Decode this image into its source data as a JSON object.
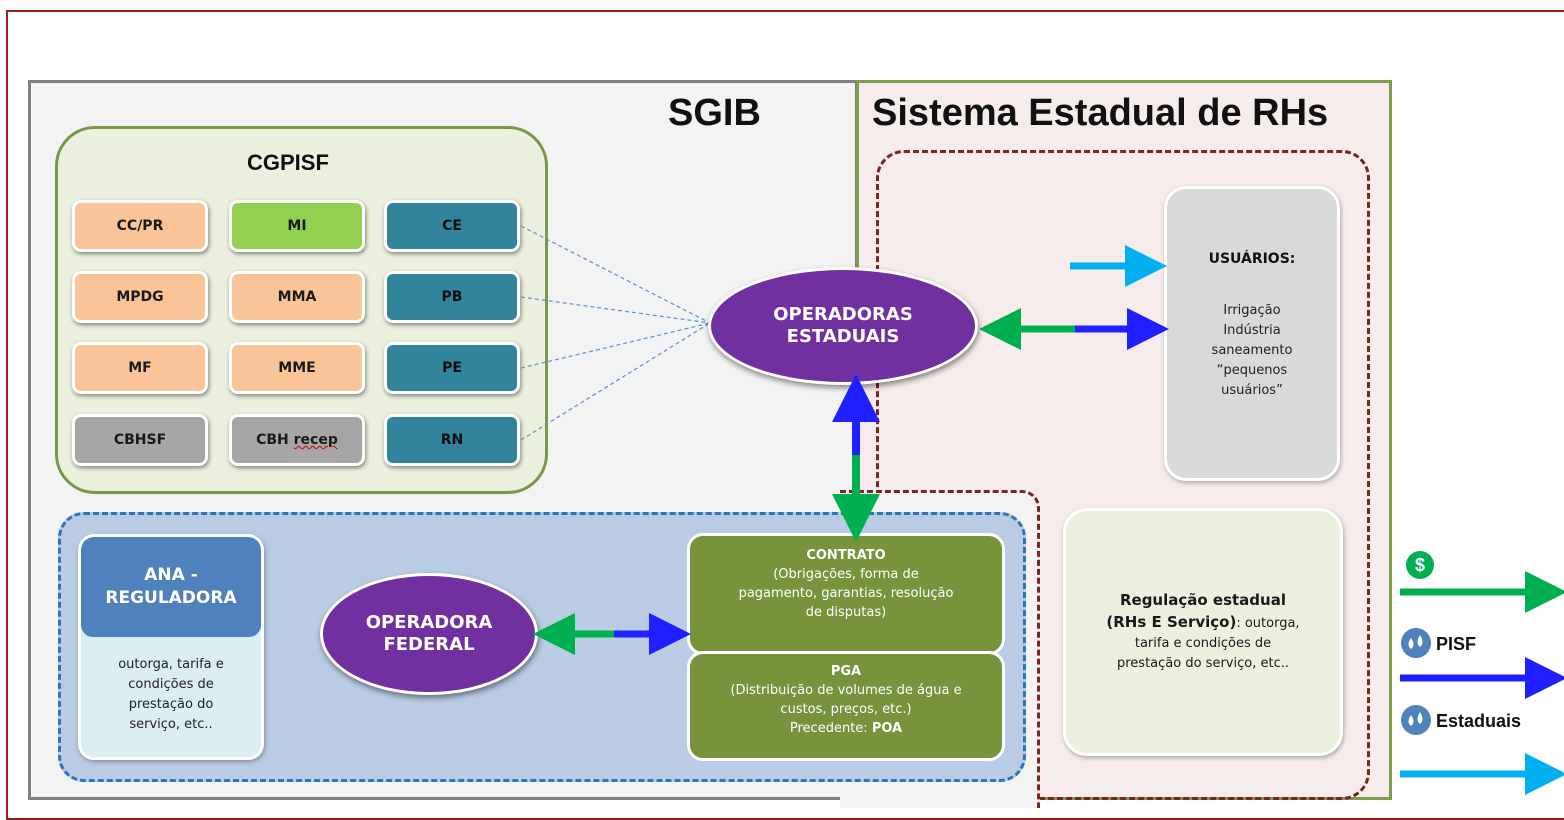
{
  "sgib": {
    "title": "SGIB"
  },
  "estadual": {
    "title": "Sistema Estadual de RHs"
  },
  "cgpisf": {
    "title": "CGPISF",
    "boxes": [
      {
        "label": "CC/PR",
        "color": "#f9c498"
      },
      {
        "label": "MI",
        "color": "#92d050"
      },
      {
        "label": "CE",
        "color": "#31849b"
      },
      {
        "label": "MPDG",
        "color": "#f9c498"
      },
      {
        "label": "MMA",
        "color": "#f9c498"
      },
      {
        "label": "PB",
        "color": "#31849b"
      },
      {
        "label": "MF",
        "color": "#f9c498"
      },
      {
        "label": "MME",
        "color": "#f9c498"
      },
      {
        "label": "PE",
        "color": "#31849b"
      },
      {
        "label": "CBHSF",
        "color": "#a6a6a6"
      },
      {
        "label": "CBH recep",
        "color": "#a6a6a6"
      },
      {
        "label": "RN",
        "color": "#31849b"
      }
    ]
  },
  "operadoras_estaduais": {
    "line1": "OPERADORAS",
    "line2": "ESTADUAIS"
  },
  "operadora_federal": {
    "line1": "OPERADORA",
    "line2": "FEDERAL"
  },
  "usuarios": {
    "title": "USUÁRIOS:",
    "items": [
      "Irrigação",
      "Indústria",
      "saneamento",
      "“pequenos",
      "usuários”"
    ]
  },
  "regulacao": {
    "title1": "Regulação estadual",
    "title2": "(RHs E Serviço)",
    "text1": ": outorga,",
    "text2": "tarifa e condições de",
    "text3": "prestação do serviço, etc.."
  },
  "ana": {
    "title1": "ANA -",
    "title2": "REGULADORA",
    "text": [
      "outorga, tarifa e",
      "condições de",
      "prestação do",
      "serviço, etc.."
    ]
  },
  "contrato": {
    "title": "CONTRATO",
    "lines": [
      "(Obrigações, forma de",
      "pagamento, garantias, resolução",
      "de disputas)"
    ]
  },
  "pga": {
    "title": "PGA",
    "lines": [
      "(Distribuição de volumes de água e",
      "custos, preços, etc.)"
    ],
    "precedente_label": "Precedente: ",
    "precedente_value": "POA"
  },
  "legend": {
    "dollar_symbol": "$",
    "pisf": "PISF",
    "estaduais": "Estaduais"
  },
  "colors": {
    "green_arrow": "#00b050",
    "blue_arrow": "#1f1fff",
    "cyan_arrow": "#00b0f0",
    "purple": "#7030a0",
    "olive": "#77933c"
  }
}
